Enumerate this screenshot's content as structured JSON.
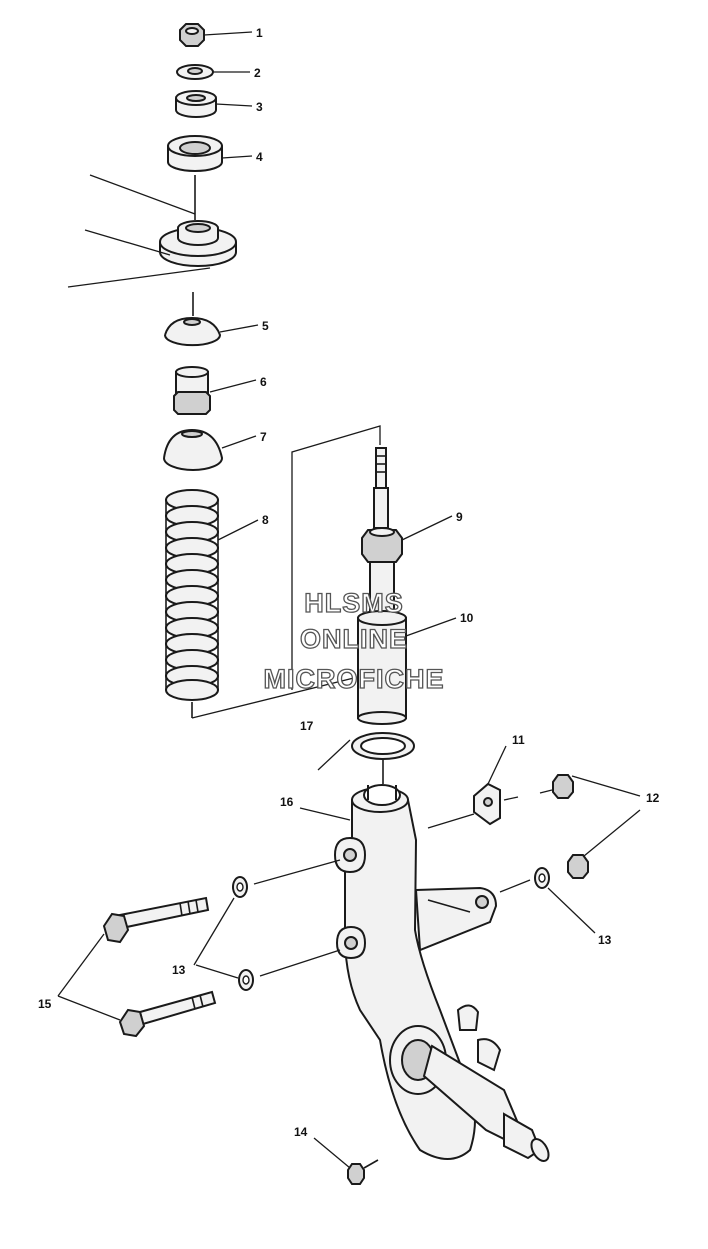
{
  "watermark": {
    "line1": "HLSMS",
    "line2": "ONLINE",
    "line3": "MICROFICHE"
  },
  "callouts": {
    "c1": "1",
    "c2": "2",
    "c3": "3",
    "c4": "4",
    "c5": "5",
    "c6": "6",
    "c7": "7",
    "c8": "8",
    "c9": "9",
    "c10": "10",
    "c11": "11",
    "c12": "12",
    "c13a": "13",
    "c13b": "13",
    "c14": "14",
    "c15": "15",
    "c16": "16",
    "c17": "17"
  }
}
